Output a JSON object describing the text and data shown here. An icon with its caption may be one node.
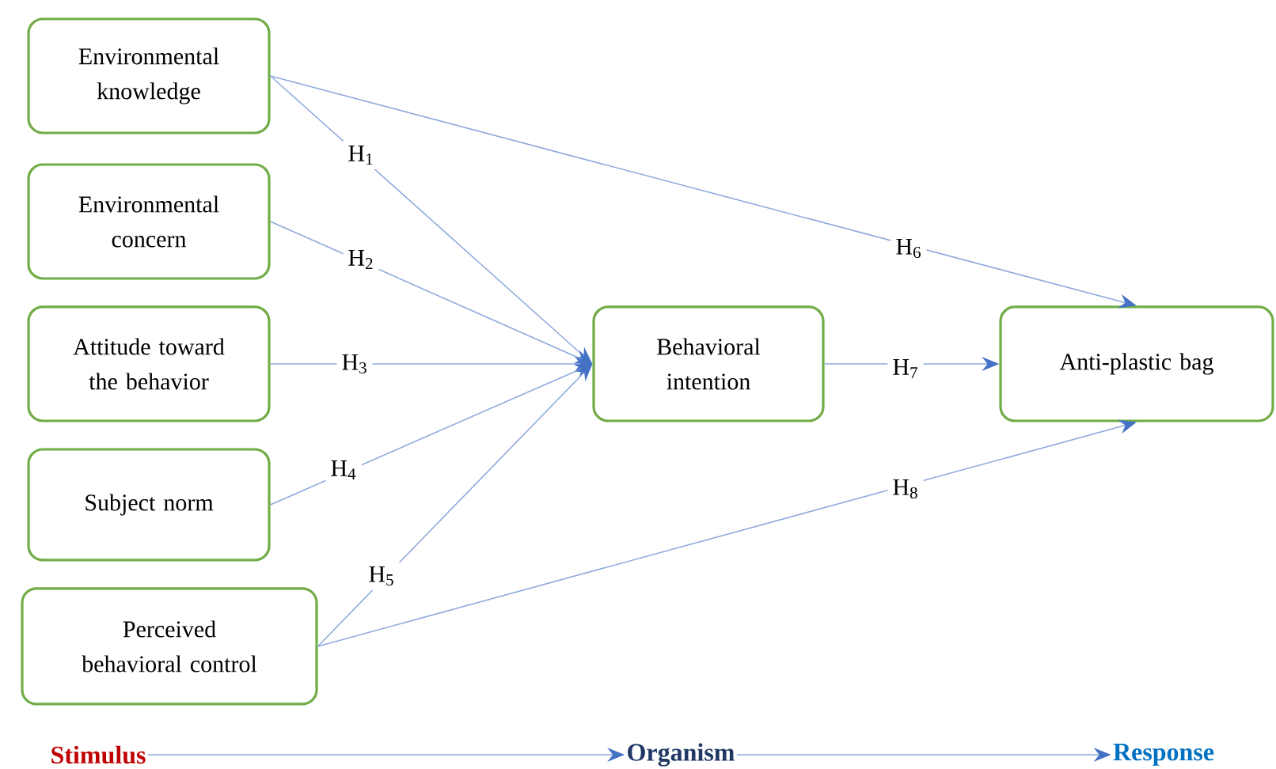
{
  "diagram": {
    "nodes": [
      {
        "text": [
          "Environmental knowledge"
        ]
      },
      {
        "text": [
          "Environmental concern"
        ]
      },
      {
        "text": [
          "Attitude toward the behavior"
        ]
      },
      {
        "text": [
          "Subject norm"
        ]
      },
      {
        "text": [
          "Perceived behavioral control"
        ]
      },
      {
        "text": [
          "Behavioral intention"
        ]
      },
      {
        "text": [
          "Anti-plastic bag"
        ]
      },
      {
        "text": [
          "Stimulus"
        ]
      },
      {
        "text": [
          "Organism"
        ]
      },
      {
        "text": [
          "Response"
        ]
      }
    ],
    "edges": [
      {
        "from": 0,
        "to": 5,
        "arrow": "to",
        "label": "H$_{1}$"
      },
      {
        "from": 1,
        "to": 5,
        "arrow": "to",
        "label": "H$_{2}$"
      },
      {
        "from": 2,
        "to": 5,
        "arrow": "to",
        "label": "H$_{3}$"
      },
      {
        "from": 3,
        "to": 5,
        "arrow": "to",
        "label": "H$_{4}$"
      },
      {
        "from": 4,
        "to": 5,
        "arrow": "to",
        "label": "H$_{5}$"
      },
      {
        "from": 0,
        "to": 6,
        "arrow": "to",
        "label": "H$_{6}$"
      },
      {
        "from": 5,
        "to": 6,
        "arrow": "to",
        "label": "H$_{7}$"
      },
      {
        "from": 4,
        "to": 6,
        "arrow": "to",
        "label": "H$_{8}$"
      },
      {
        "from": 7,
        "to": 8,
        "arrow": "to"
      },
      {
        "from": 8,
        "to": 9,
        "arrow": "to"
      }
    ]
  }
}
